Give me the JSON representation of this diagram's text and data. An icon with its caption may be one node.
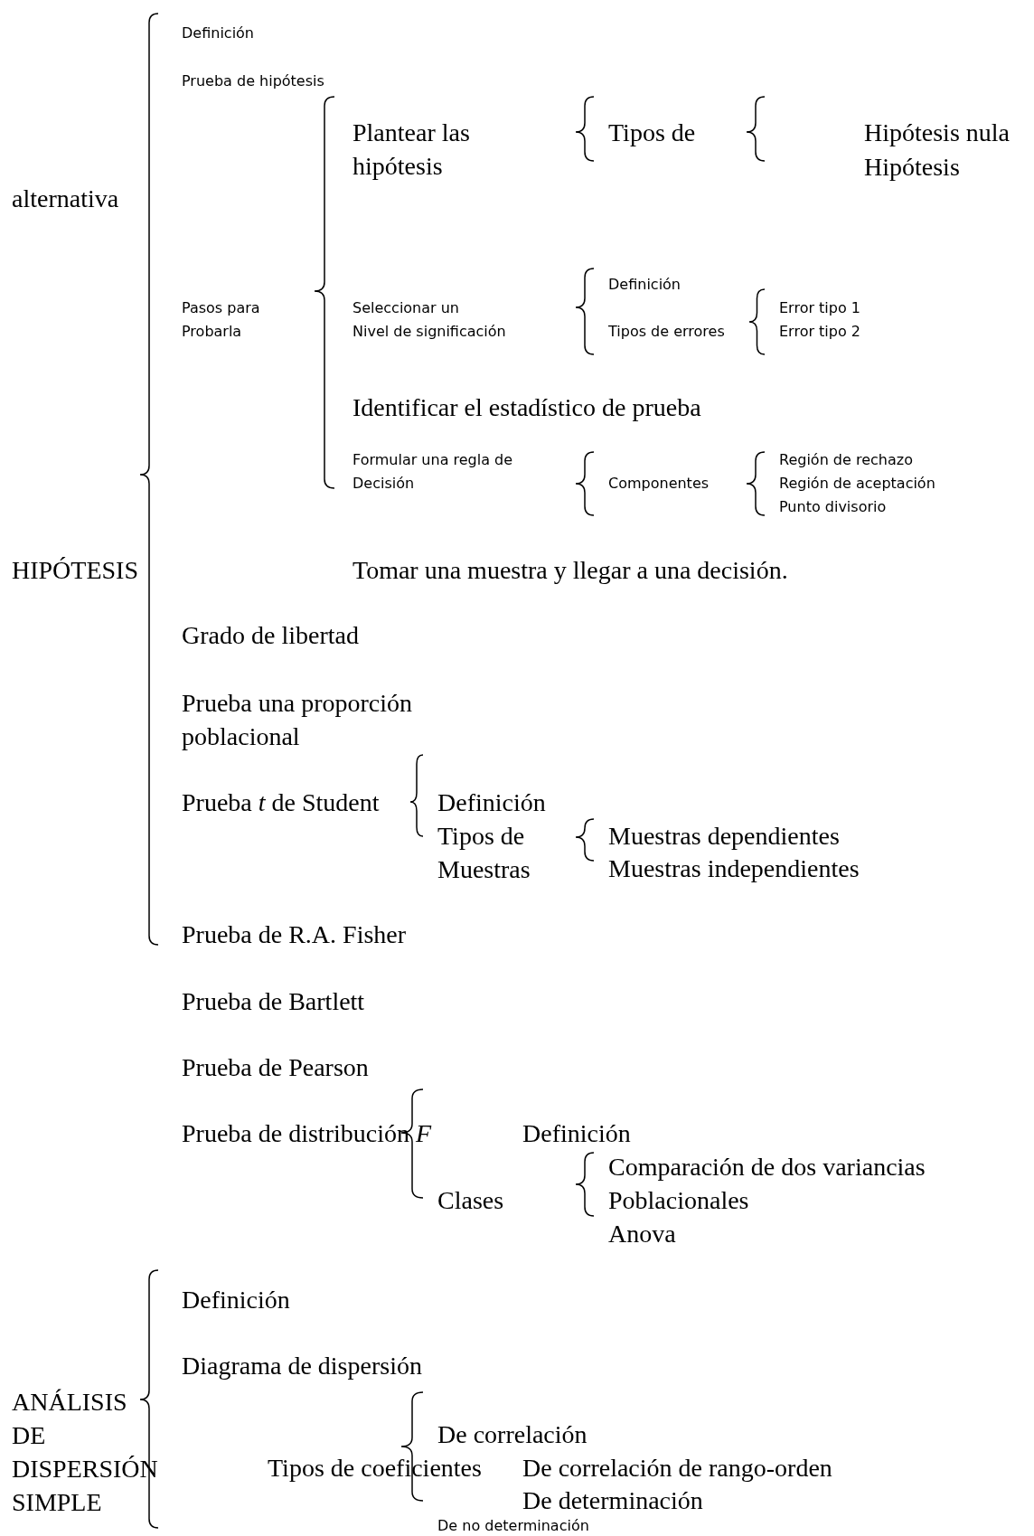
{
  "diagram": {
    "labels": [
      "Definición",
      "Prueba de hipótesis",
      "Plantear las hipótesis",
      "Tipos de",
      "Hipótesis nula",
      "Hipótesis",
      "alternativa",
      "Definición",
      "Pasos para Probarla",
      "Seleccionar un Nivel de significación",
      "Tipos de errores",
      "Error tipo 1",
      "Error tipo 2",
      "Identificar el estadístico de prueba",
      "Formular una regla de Decisión",
      "Componentes",
      "Región de rechazo",
      "Región de aceptación",
      "Punto divisorio",
      "HIPÓTESIS",
      "Tomar una muestra y llegar a una decisión.",
      "Grado de libertad",
      "Prueba una proporción poblacional",
      "Prueba *t* de Student",
      "Definición",
      "Tipos de Muestras",
      "Muestras dependientes",
      "Muestras independientes",
      "Prueba de R.A. Fisher",
      "Prueba de Bartlett",
      "Prueba de Pearson",
      "Prueba de distribución *F*",
      "Definición",
      "Comparación de dos variancias Poblacionales",
      "Clases",
      "Anova",
      "Definición",
      "Diagrama de dispersión",
      "ANÁLISIS DE DISPERSIÓN SIMPLE",
      "De correlación",
      "Tipos de coeficientes",
      "De correlación de rango-orden",
      "De determinación",
      "De no determinación"
    ]
  }
}
